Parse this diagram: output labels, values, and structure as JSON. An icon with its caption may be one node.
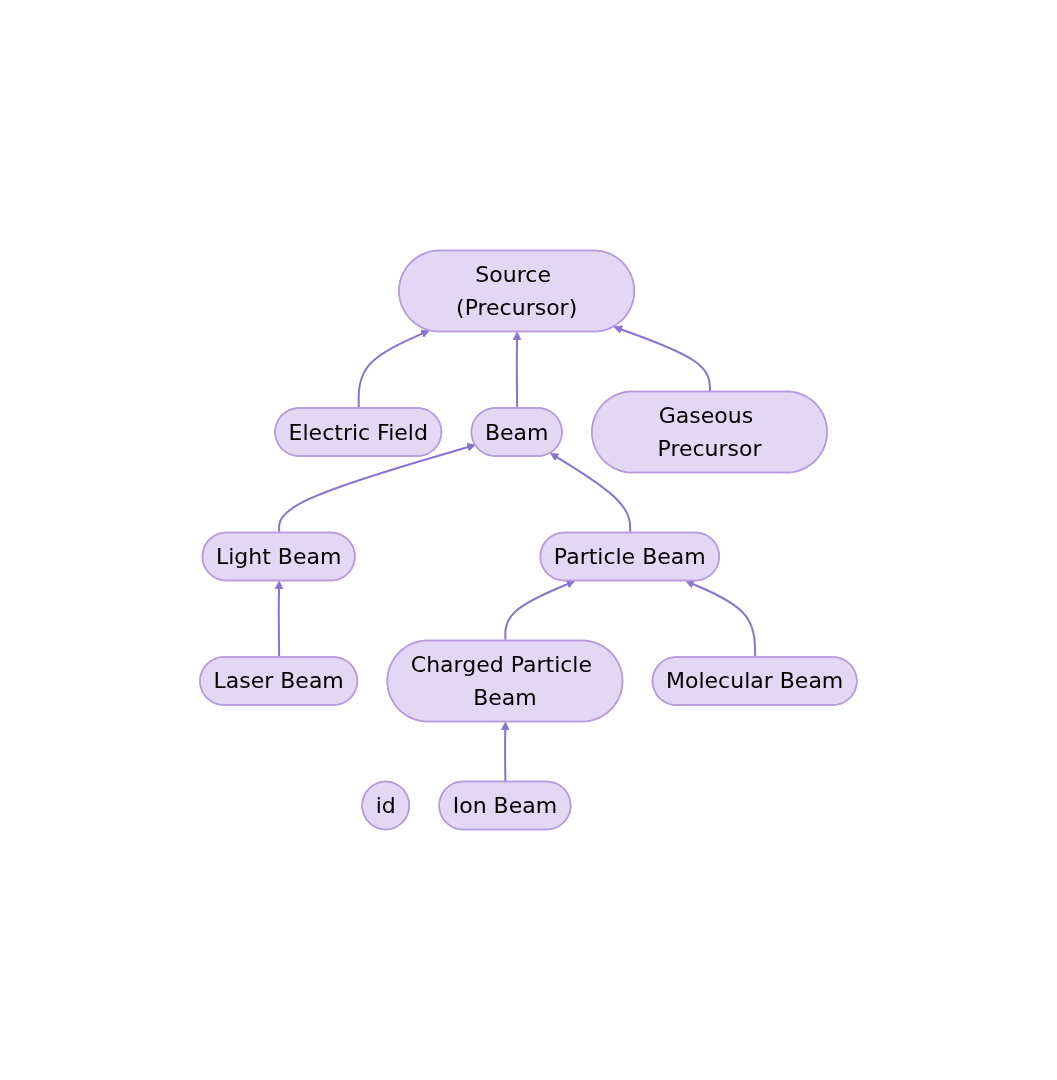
{
  "diagram": {
    "nodes": [
      {
        "text": [
          "Source (Precursor)"
        ]
      },
      {
        "text": [
          "Electric Field"
        ]
      },
      {
        "text": [
          "Beam"
        ]
      },
      {
        "text": [
          "Gaseous Precursor"
        ]
      },
      {
        "text": [
          "Light Beam"
        ]
      },
      {
        "text": [
          "Particle Beam"
        ]
      },
      {
        "text": [
          "Laser Beam"
        ]
      },
      {
        "text": [
          "Charged Particle Beam"
        ]
      },
      {
        "text": [
          "Molecular Beam"
        ]
      },
      {
        "text": [
          "id"
        ]
      },
      {
        "text": [
          "Ion Beam"
        ]
      }
    ],
    "edges": [
      {
        "from": 1,
        "to": 0,
        "arrow": "to"
      },
      {
        "from": 2,
        "to": 0,
        "arrow": "to"
      },
      {
        "from": 3,
        "to": 0,
        "arrow": "to"
      },
      {
        "from": 4,
        "to": 2,
        "arrow": "to"
      },
      {
        "from": 5,
        "to": 2,
        "arrow": "to"
      },
      {
        "from": 6,
        "to": 4,
        "arrow": "to"
      },
      {
        "from": 7,
        "to": 5,
        "arrow": "to"
      },
      {
        "from": 8,
        "to": 5,
        "arrow": "to"
      },
      {
        "from": 10,
        "to": 7,
        "arrow": "to"
      }
    ]
  }
}
